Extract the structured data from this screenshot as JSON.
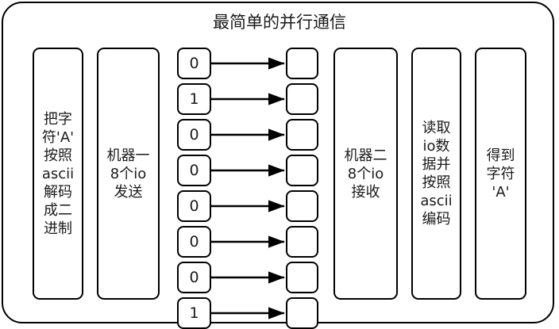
{
  "diagram": {
    "title": "最简单的并行通信",
    "type": "flow-diagram",
    "stages": [
      {
        "id": "encode",
        "label": "把字\n符'A'\n按照\nascii\n解码\n成二\n进制",
        "plain": "把字符'A'按照ascii解码成二进制"
      },
      {
        "id": "machine-one",
        "label": "机器一\n8个io\n发送",
        "plain": "机器一8个io发送"
      },
      {
        "id": "machine-two",
        "label": "机器二\n8个io\n接收",
        "plain": "机器二8个io接收"
      },
      {
        "id": "read-encode",
        "label": "读取\nio数\n据并\n按照\nascii\n编码",
        "plain": "读取io数据并按照ascii编码"
      },
      {
        "id": "result",
        "label": "得到\n字符\n'A'",
        "plain": "得到字符'A'"
      }
    ],
    "bits": {
      "label": "ascii-bits-of-A",
      "values": [
        "0",
        "1",
        "0",
        "0",
        "0",
        "0",
        "0",
        "1"
      ]
    },
    "received": {
      "label": "received-io-lines",
      "values": [
        "",
        "",
        "",
        "",
        "",
        "",
        "",
        ""
      ]
    },
    "colors": {
      "stroke": "#000000",
      "text": "#1a1a1a",
      "background": "#ffffff"
    }
  }
}
